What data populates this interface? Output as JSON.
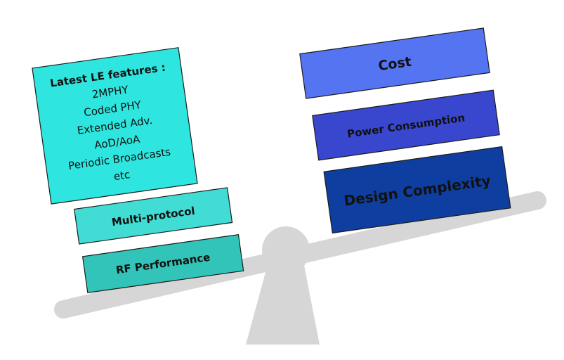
{
  "left_side": {
    "features_heading": "Latest LE features :",
    "features": [
      "2MPHY",
      "Coded PHY",
      "Extended Adv.",
      "AoD/AoA",
      "Periodic Broadcasts",
      "etc"
    ],
    "multi_protocol": "Multi-protocol",
    "rf_performance": "RF Performance"
  },
  "right_side": {
    "cost": "Cost",
    "power_consumption": "Power Consumption",
    "design_complexity": "Design Complexity"
  },
  "colors": {
    "beam": "#d6d6d6",
    "features_box": "#2ee6df",
    "multi_protocol_box": "#41dcd3",
    "rf_box": "#33c4b9",
    "cost_box": "#5574f2",
    "power_box": "#3947cf",
    "complexity_box": "#0f3ea1",
    "outline": "#1c1c1c"
  }
}
